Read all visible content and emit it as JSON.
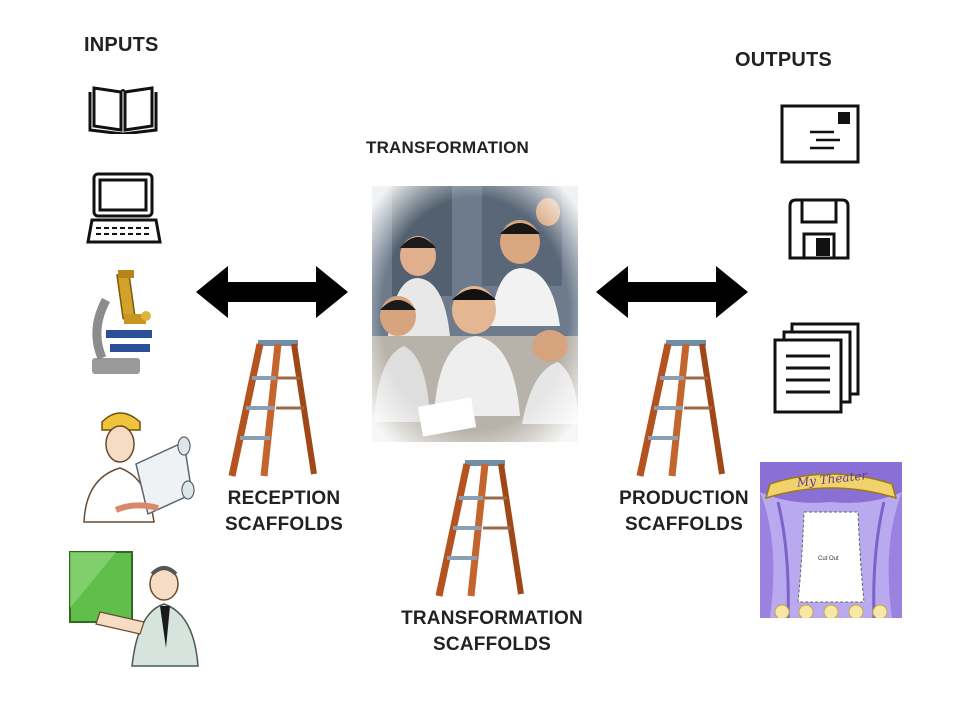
{
  "headings": {
    "inputs": "INPUTS",
    "outputs": "OUTPUTS",
    "transformation": "TRANSFORMATION"
  },
  "scaffolds": {
    "reception": [
      "RECEPTION",
      "SCAFFOLDS"
    ],
    "production": [
      "PRODUCTION",
      "SCAFFOLDS"
    ],
    "transformation": [
      "TRANSFORMATION",
      "SCAFFOLDS"
    ]
  },
  "input_icons": [
    "book-icon",
    "computer-icon",
    "microscope-icon",
    "engineer-with-blueprints-icon",
    "teacher-at-board-icon"
  ],
  "output_icons": [
    "letter-icon",
    "floppy-disk-icon",
    "documents-icon",
    "theater-poster-icon"
  ],
  "theater": {
    "title": "My Theater",
    "caption": "Cut Out"
  },
  "colors": {
    "arrow": "#000000",
    "ladder": "#b4531f",
    "theater_bg": "#b9a9ee",
    "curtain": "#8a6fd6",
    "banner": "#f2d26b"
  }
}
